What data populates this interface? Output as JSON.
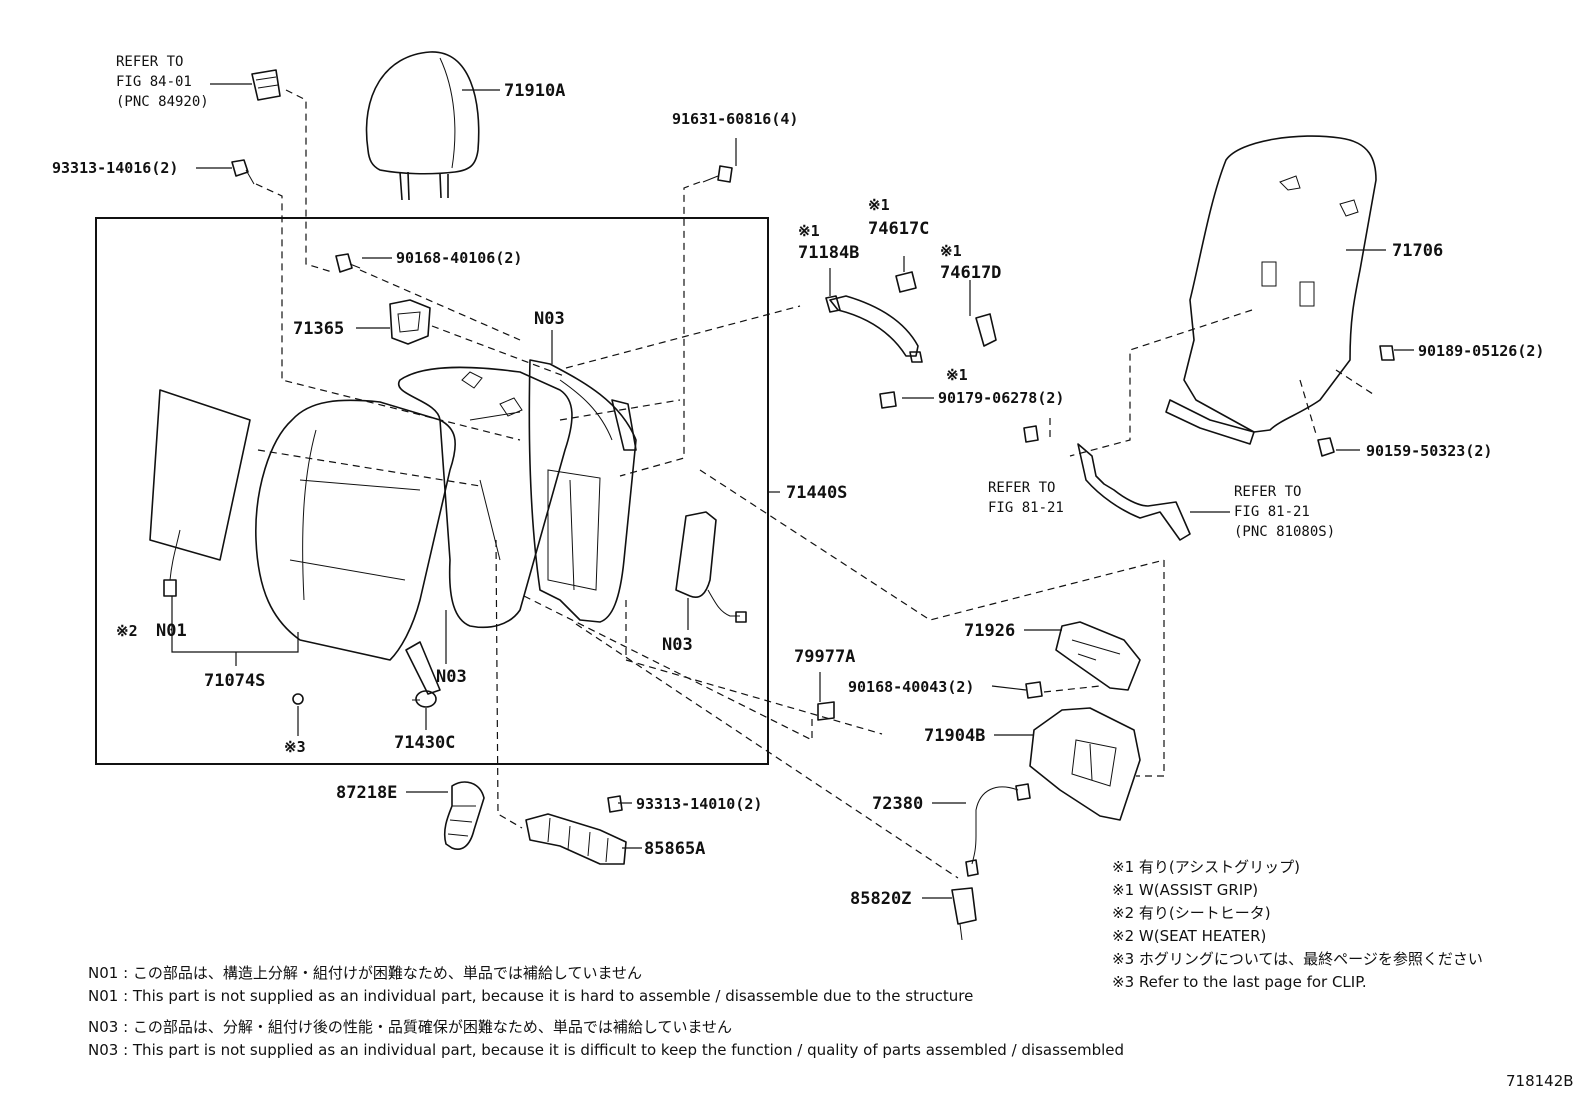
{
  "diagram_id": "718142B",
  "callouts": {
    "refer_84_01": [
      "REFER TO",
      "FIG 84-01",
      "(PNC 84920)"
    ],
    "p71910A": "71910A",
    "p93313_14016": "93313-14016(2)",
    "p91631_60816": "91631-60816(4)",
    "p90168_40106": "90168-40106(2)",
    "p71365": "71365",
    "p71184B_mark": "※1",
    "p71184B": "71184B",
    "p74617C_mark": "※1",
    "p74617C": "74617C",
    "p74617D_mark": "※1",
    "p74617D": "74617D",
    "pN03_top": "N03",
    "p90179_mark": "※1",
    "p90179_06278": "90179-06278(2)",
    "p71706": "71706",
    "p90189_05126": "90189-05126(2)",
    "p90159_50323": "90159-50323(2)",
    "refer_81_21_a": [
      "REFER TO",
      "FIG 81-21"
    ],
    "refer_81_21_b": [
      "REFER TO",
      "FIG 81-21",
      "(PNC 81080S)"
    ],
    "p71440S": "71440S",
    "pN01_mark": "※2",
    "pN01": "N01",
    "p71074S": "71074S",
    "pN03_mid": "N03",
    "pN03_bottom": "N03",
    "pmark3": "※3",
    "p71430C": "71430C",
    "p79977A": "79977A",
    "p71926": "71926",
    "p90168_40043": "90168-40043(2)",
    "p71904B": "71904B",
    "p72380": "72380",
    "p87218E": "87218E",
    "p93313_14010": "93313-14010(2)",
    "p85865A": "85865A",
    "p85820Z": "85820Z"
  },
  "legend": [
    "※1  有り(アシストグリップ)",
    "※1  W(ASSIST GRIP)",
    "※2  有り(シートヒータ)",
    "※2  W(SEAT HEATER)",
    "※3  ホグリングについては、最終ページを参照ください",
    "※3  Refer to the last page for CLIP."
  ],
  "notes": [
    "N01 : この部品は、構造上分解・組付けが困難なため、単品では補給していません",
    "N01 : This part is not supplied as an individual part, because it is hard to assemble / disassemble due to the structure",
    "N03 : この部品は、分解・組付け後の性能・品質確保が困難なため、単品では補給していません",
    "N03 : This part is not supplied as an individual part, because it is difficult to keep the function / quality of parts assembled / disassembled"
  ]
}
